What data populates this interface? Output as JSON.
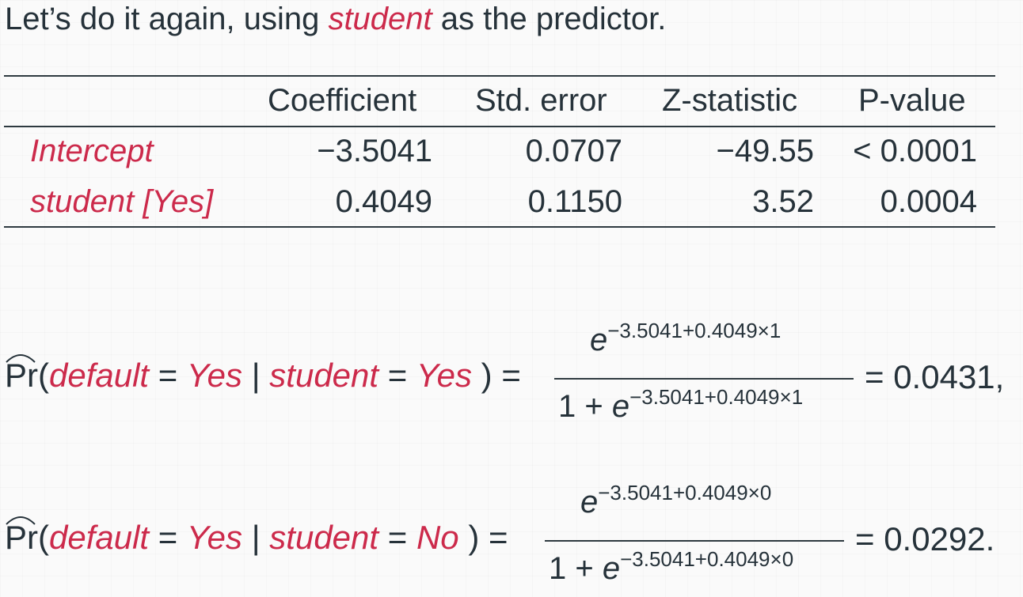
{
  "intro": {
    "before": "Let’s do it again, using ",
    "highlight": "student",
    "after": " as the predictor."
  },
  "table": {
    "headers": [
      "Coefficient",
      "Std. error",
      "Z-statistic",
      "P-value"
    ],
    "rows": [
      {
        "label": "Intercept",
        "coefficient": "−3.5041",
        "std_error": "0.0707",
        "z": "−49.55",
        "p": "< 0.0001"
      },
      {
        "label": "student [Yes]",
        "coefficient": "0.4049",
        "std_error": "0.1150",
        "z": "3.52",
        "p": "0.0004"
      }
    ]
  },
  "equations": [
    {
      "pr": "Pr",
      "var": "default",
      "eq": " = ",
      "val": "Yes",
      "bar": " | ",
      "cond_var": "student",
      "cond_val": "Yes",
      "numerator_base": "e",
      "exponent": "−3.5041+0.4049×1",
      "denominator_prefix": "1 + ",
      "result": "= 0.0431,"
    },
    {
      "pr": "Pr",
      "var": "default",
      "eq": " = ",
      "val": "Yes",
      "bar": " | ",
      "cond_var": "student",
      "cond_val": "No",
      "numerator_base": "e",
      "exponent": "−3.5041+0.4049×0",
      "denominator_prefix": "1 + ",
      "result": "= 0.0292."
    }
  ],
  "colors": {
    "accent": "#cc2a4b",
    "text": "#26323a",
    "background": "#fafafa"
  }
}
